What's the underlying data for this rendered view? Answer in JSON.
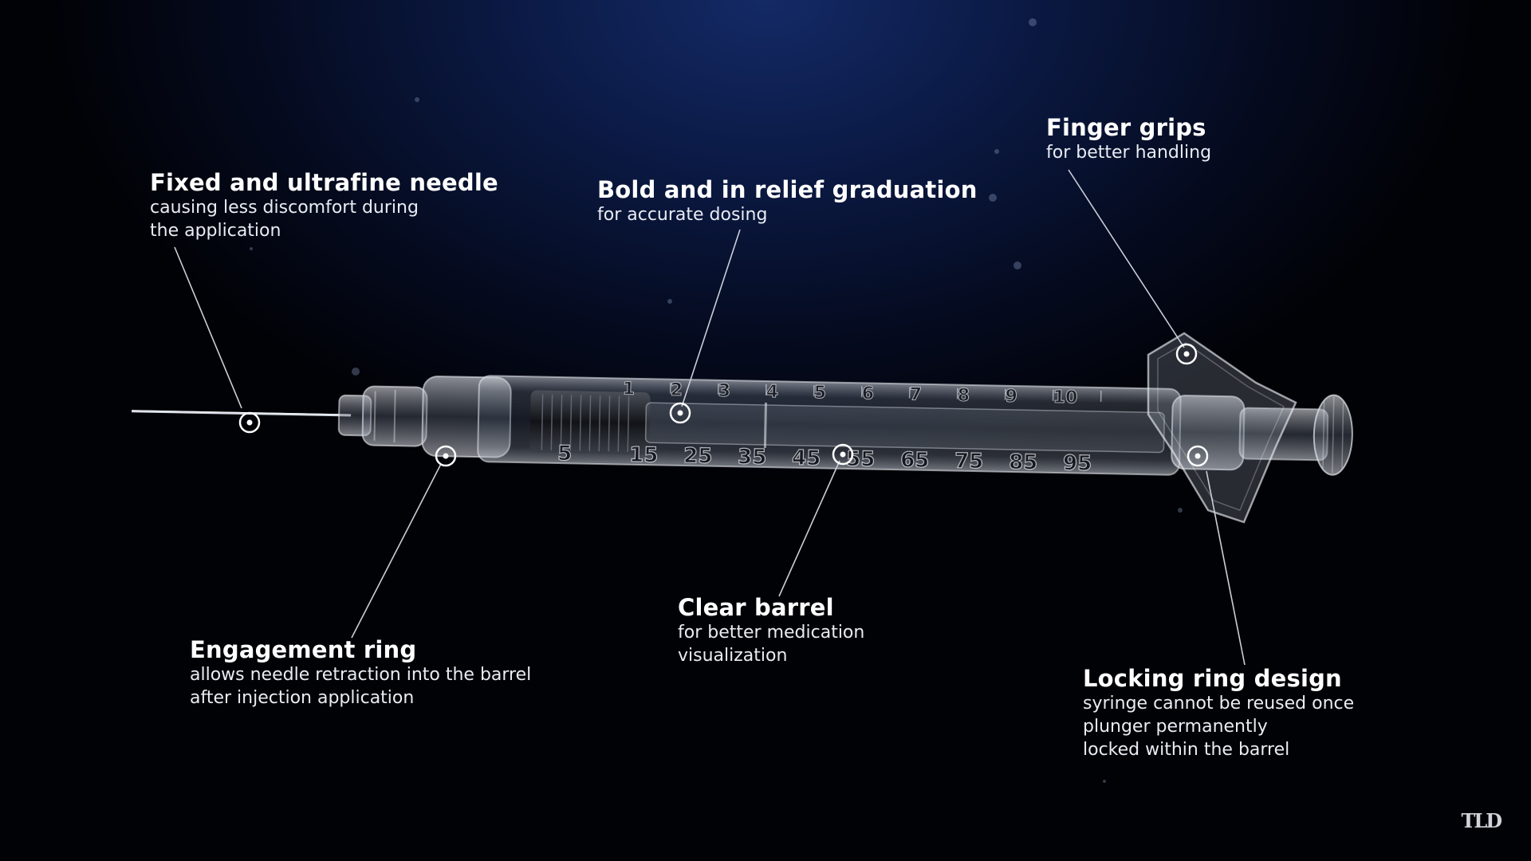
{
  "callouts": {
    "needle": {
      "title": "Fixed and ultrafine needle",
      "lines": [
        "causing less discomfort during",
        "the application"
      ]
    },
    "graduation": {
      "title": "Bold and in relief graduation",
      "lines": [
        "for accurate dosing"
      ]
    },
    "grips": {
      "title": "Finger grips",
      "lines": [
        "for better handling"
      ]
    },
    "ring": {
      "title": "Engagement ring",
      "lines": [
        "allows needle retraction into the barrel",
        "after injection application"
      ]
    },
    "barrel": {
      "title": "Clear barrel",
      "lines": [
        "for better medication",
        "visualization"
      ]
    },
    "locking": {
      "title": "Locking ring design",
      "lines": [
        "syringe cannot be reused once",
        "plunger permanently",
        "locked within the barrel"
      ]
    }
  },
  "scale": {
    "top": [
      "1",
      "2",
      "3",
      "4",
      "5",
      "6",
      "7",
      "8",
      "9",
      "10"
    ],
    "bottom": [
      "5",
      "15",
      "25",
      "35",
      "45",
      "55",
      "65",
      "75",
      "85",
      "95"
    ]
  },
  "watermark": "TLD",
  "colors": {
    "leader": "#c9ced8",
    "accent": "#ffffff"
  }
}
